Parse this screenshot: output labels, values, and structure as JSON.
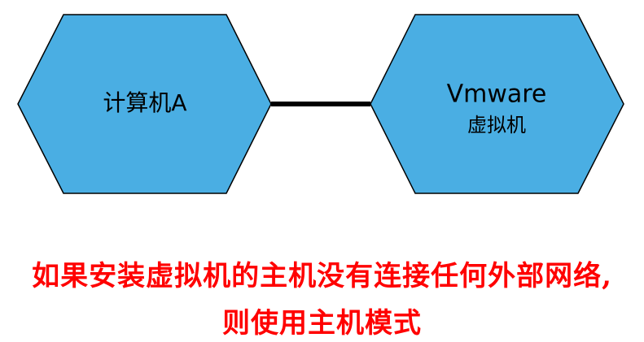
{
  "nodes": {
    "computer_a": {
      "label": "计算机A"
    },
    "vmware": {
      "title": "Vmware",
      "subtitle": "虚拟机"
    }
  },
  "caption": {
    "line1": "如果安装虚拟机的主机没有连接任何外部网络,",
    "line2": "则使用主机模式"
  },
  "colors": {
    "hex_fill": "#4aaee3",
    "hex_stroke": "#000000",
    "link": "#000000",
    "caption": "#ff0000"
  }
}
